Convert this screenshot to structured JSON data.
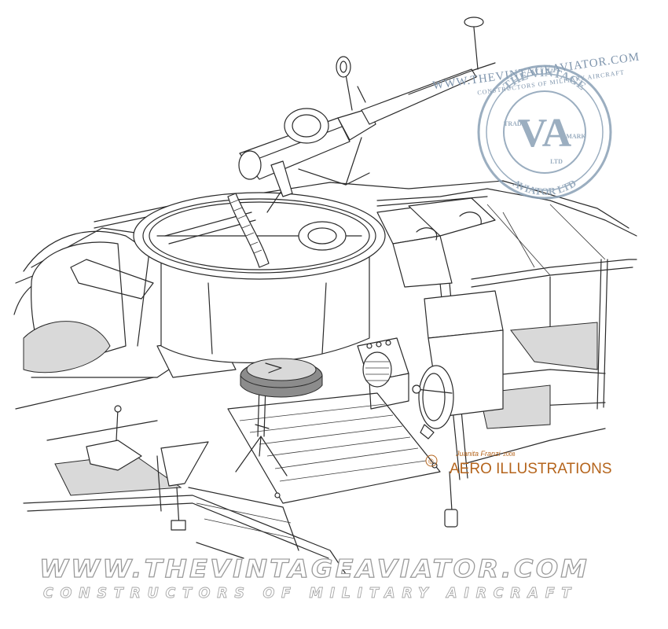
{
  "watermark_top": {
    "url": "WWW.THEVINTAGEAVIATOR.COM",
    "tagline": "CONSTRUCTORS OF MILITARY AIRCRAFT"
  },
  "stamp": {
    "ring_top": "THE VINTAGE",
    "ring_bottom": "AVIATOR LTD",
    "left_word": "TRADE",
    "right_word": "MARK",
    "monogram": "VA",
    "small": "LTD"
  },
  "credit": {
    "copyright": "©",
    "artist": "Juanita Franzi",
    "year": "2008",
    "studio": "AERO ILLUSTRATIONS"
  },
  "watermark_bottom": {
    "url": "WWW.THEVINTAGEAVIATOR.COM",
    "tagline": "CONSTRUCTORS OF MILITARY AIRCRAFT"
  },
  "colors": {
    "line": "#2a2a2a",
    "watermark_blue": "#7f95ad",
    "studio_orange": "#b5651d",
    "shadow_grey": "#d9d9d9",
    "seat_dark": "#8c8c8c"
  }
}
